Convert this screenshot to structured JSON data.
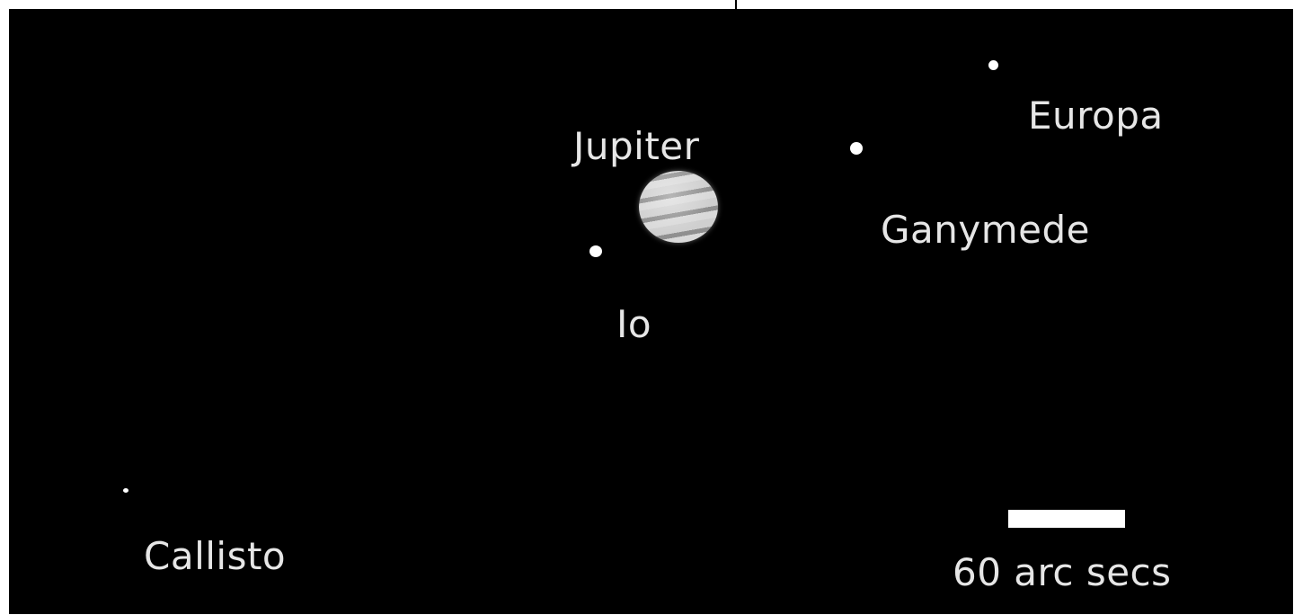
{
  "labels": {
    "jupiter": "Jupiter",
    "io": "Io",
    "europa": "Europa",
    "ganymede": "Ganymede",
    "callisto": "Callisto"
  },
  "scale": {
    "label": "60 arc secs"
  },
  "colors": {
    "background": "#000000",
    "text": "#e6e6e6",
    "bodies": "#ffffff"
  }
}
